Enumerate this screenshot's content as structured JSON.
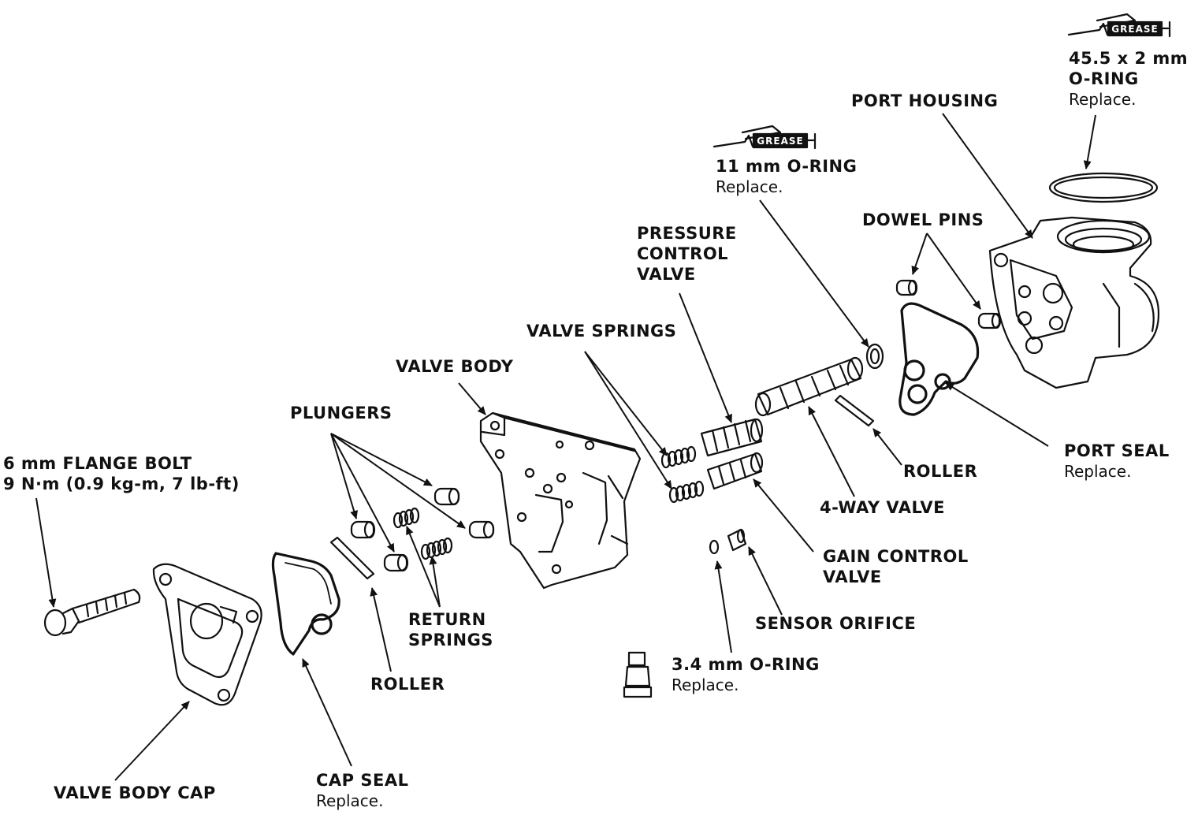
{
  "labels": {
    "flange_bolt": {
      "line1": "6 mm FLANGE BOLT",
      "line2": "9 N·m (0.9 kg-m, 7 lb-ft)"
    },
    "valve_body_cap": {
      "title": "VALVE BODY CAP"
    },
    "cap_seal": {
      "title": "CAP SEAL",
      "note": "Replace."
    },
    "roller_left": {
      "title": "ROLLER"
    },
    "return_springs": {
      "line1": "RETURN",
      "line2": "SPRINGS"
    },
    "plungers": {
      "title": "PLUNGERS"
    },
    "valve_body": {
      "title": "VALVE BODY"
    },
    "valve_springs": {
      "title": "VALVE SPRINGS"
    },
    "pressure_control_valve": {
      "line1": "PRESSURE",
      "line2": "CONTROL",
      "line3": "VALVE"
    },
    "o_ring_11": {
      "title": "11 mm O-RING",
      "note": "Replace."
    },
    "o_ring_45": {
      "line1": "45.5 x 2 mm",
      "line2": "O-RING",
      "note": "Replace."
    },
    "port_housing": {
      "title": "PORT HOUSING"
    },
    "dowel_pins": {
      "title": "DOWEL PINS"
    },
    "port_seal": {
      "title": "PORT SEAL",
      "note": "Replace."
    },
    "roller_right": {
      "title": "ROLLER"
    },
    "four_way_valve": {
      "title": "4-WAY VALVE"
    },
    "gain_control_valve": {
      "line1": "GAIN CONTROL",
      "line2": "VALVE"
    },
    "sensor_orifice": {
      "title": "SENSOR ORIFICE"
    },
    "o_ring_3_4": {
      "title": "3.4 mm O-RING",
      "note": "Replace."
    }
  },
  "grease_tags": {
    "top": "GREASE",
    "middle": "GREASE"
  }
}
